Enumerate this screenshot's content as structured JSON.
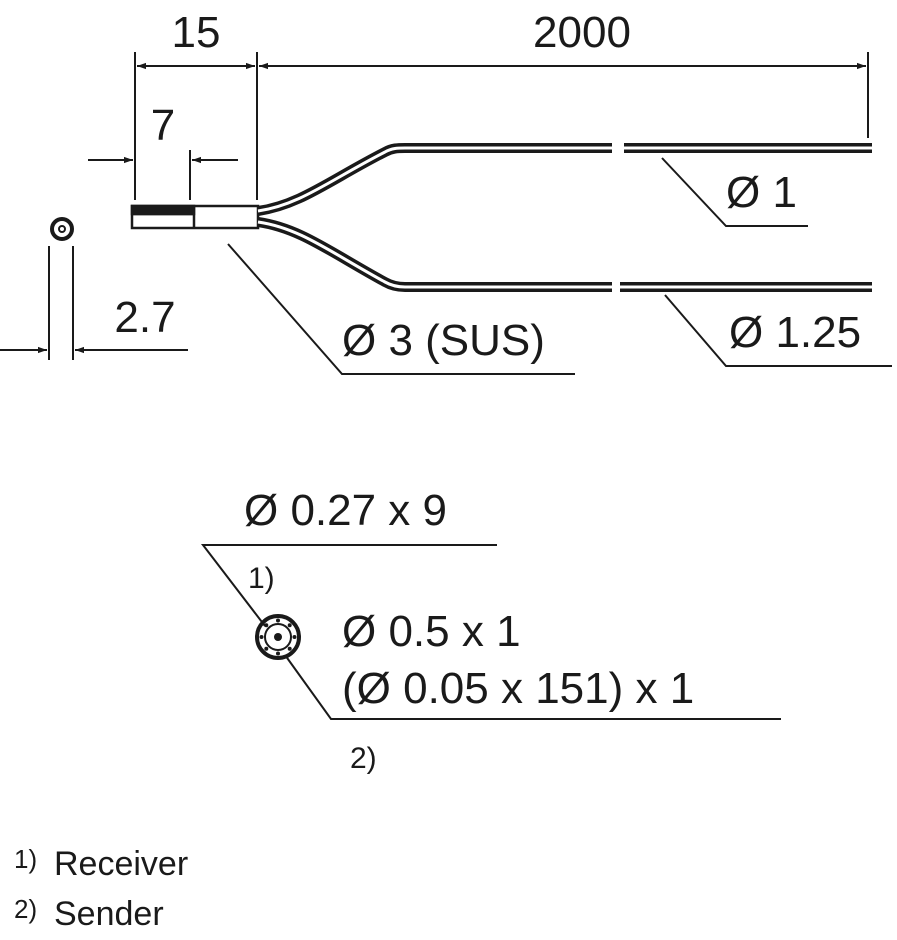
{
  "dimensions": {
    "length_head": "15",
    "length_cable": "2000",
    "length_tip": "7",
    "tip_width": "2.7",
    "dia_cable_receiver": "Ø 1",
    "dia_sleeve": "Ø 3 (SUS)",
    "dia_cable_sender": "Ø 1.25"
  },
  "cross_section": {
    "receiver_spec": "Ø 0.27 x 9",
    "receiver_ref": "1)",
    "sender_spec_line1": "Ø 0.5 x 1",
    "sender_spec_line2": "(Ø 0.05 x 151) x 1",
    "sender_ref": "2)"
  },
  "legend": [
    {
      "ref": "1)",
      "label": "Receiver"
    },
    {
      "ref": "2)",
      "label": "Sender"
    }
  ]
}
